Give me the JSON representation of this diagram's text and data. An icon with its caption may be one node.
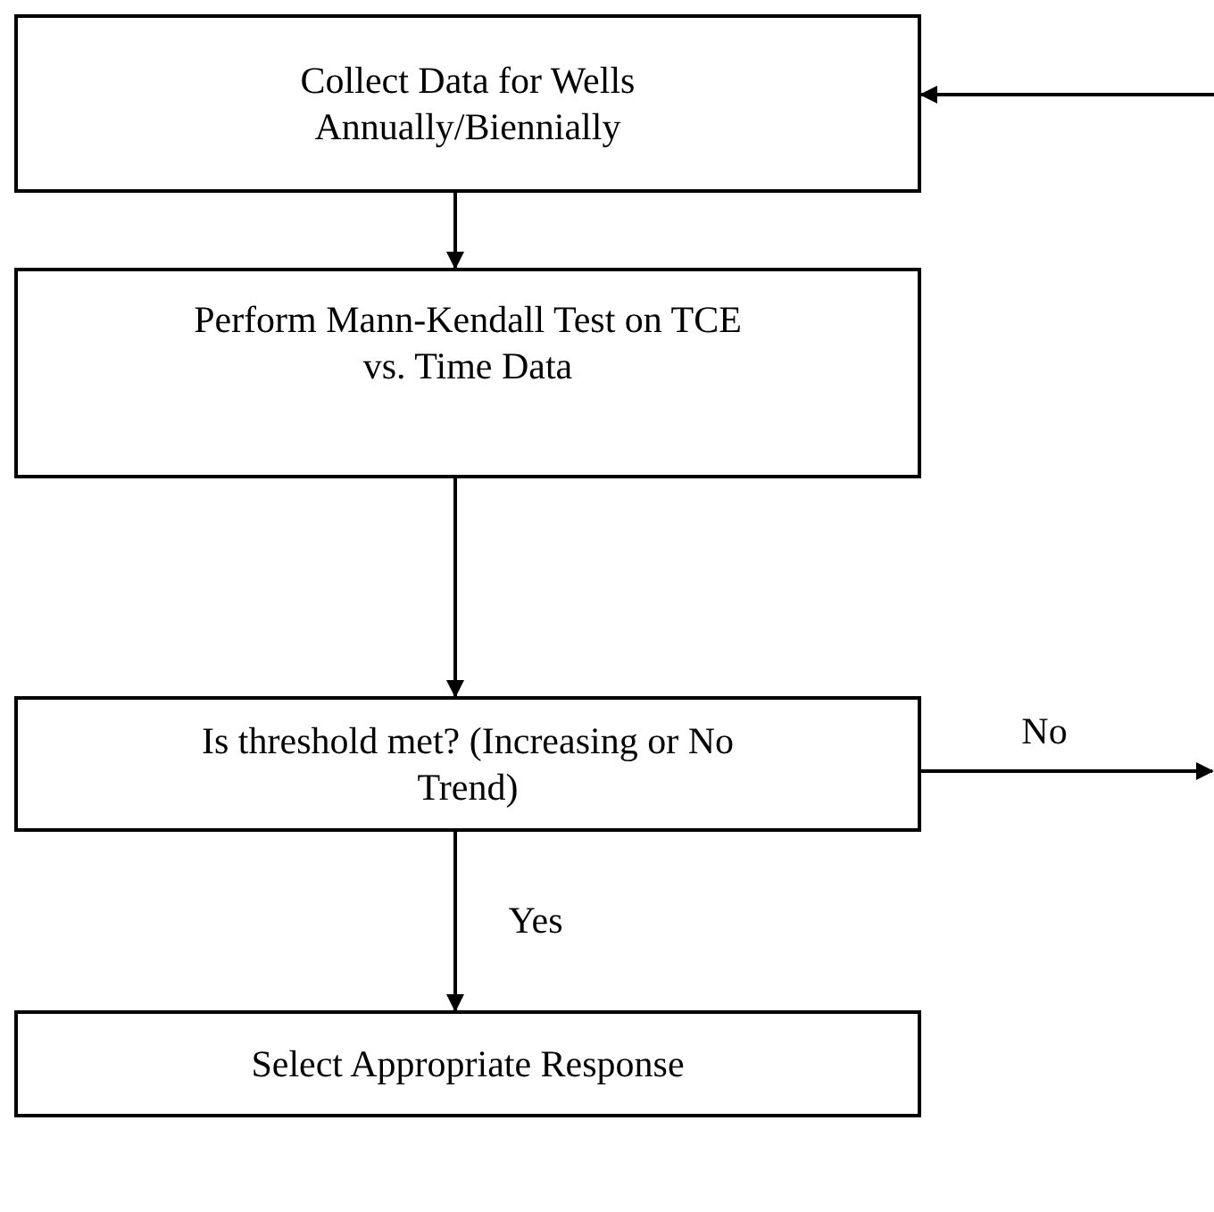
{
  "diagram": {
    "nodes": [
      {
        "text": [
          "Collect Data for Wells Annually/Biennially"
        ]
      },
      {
        "text": [
          "Perform Mann-Kendall Test on TCE vs. Time Data"
        ]
      },
      {
        "text": [
          "Is threshold met? (Increasing or No Trend)"
        ]
      },
      {
        "text": [
          "Select Appropriate Response"
        ]
      }
    ],
    "edges": [
      {
        "from": 0,
        "to": 1,
        "arrow": "to"
      },
      {
        "from": 1,
        "to": 2,
        "arrow": "to"
      },
      {
        "from": 2,
        "to": 3,
        "arrow": "to",
        "label": "Yes"
      },
      {
        "from": 2,
        "to": null,
        "arrow": "to",
        "label": "No"
      },
      {
        "from": null,
        "to": 0,
        "arrow": "to"
      }
    ]
  }
}
